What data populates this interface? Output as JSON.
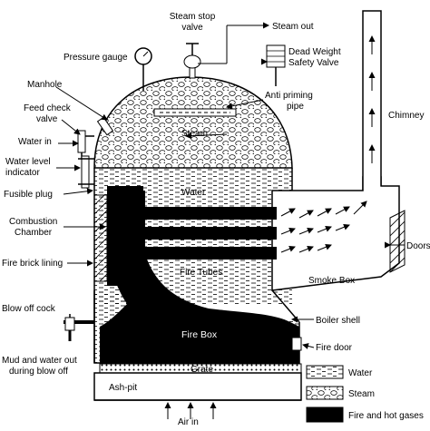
{
  "labels": {
    "steam_stop_valve_1": "Steam stop",
    "steam_stop_valve_2": "valve",
    "steam_out": "Steam out",
    "pressure_gauge": "Pressure gauge",
    "dead_weight_1": "Dead Weight",
    "dead_weight_2": "Safety Valve",
    "manhole": "Manhole",
    "anti_priming_1": "Anti priming",
    "anti_priming_2": "pipe",
    "feed_check_1": "Feed check",
    "feed_check_2": "valve",
    "steam": "Steam",
    "chimney": "Chimney",
    "water_in": "Water in",
    "water_level_1": "Water level",
    "water_level_2": "indicator",
    "fusible_plug": "Fusible plug",
    "water": "Water",
    "combustion_1": "Combustion",
    "combustion_2": "Chamber",
    "doors": "Doors",
    "fire_brick": "Fire brick lining",
    "fire_tubes": "Fire Tubes",
    "smoke_box": "Smoke Box",
    "boiler_shell": "Boiler shell",
    "blow_off": "Blow off cock",
    "fire_box": "Fire Box",
    "fire_door": "Fire door",
    "mud_1": "Mud and water out",
    "mud_2": "during blow off",
    "grate": "Grate",
    "ash_pit": "Ash-pit",
    "air_in": "Air in"
  },
  "legend": {
    "water": "Water",
    "steam": "Steam",
    "fire": "Fire and hot gases"
  }
}
